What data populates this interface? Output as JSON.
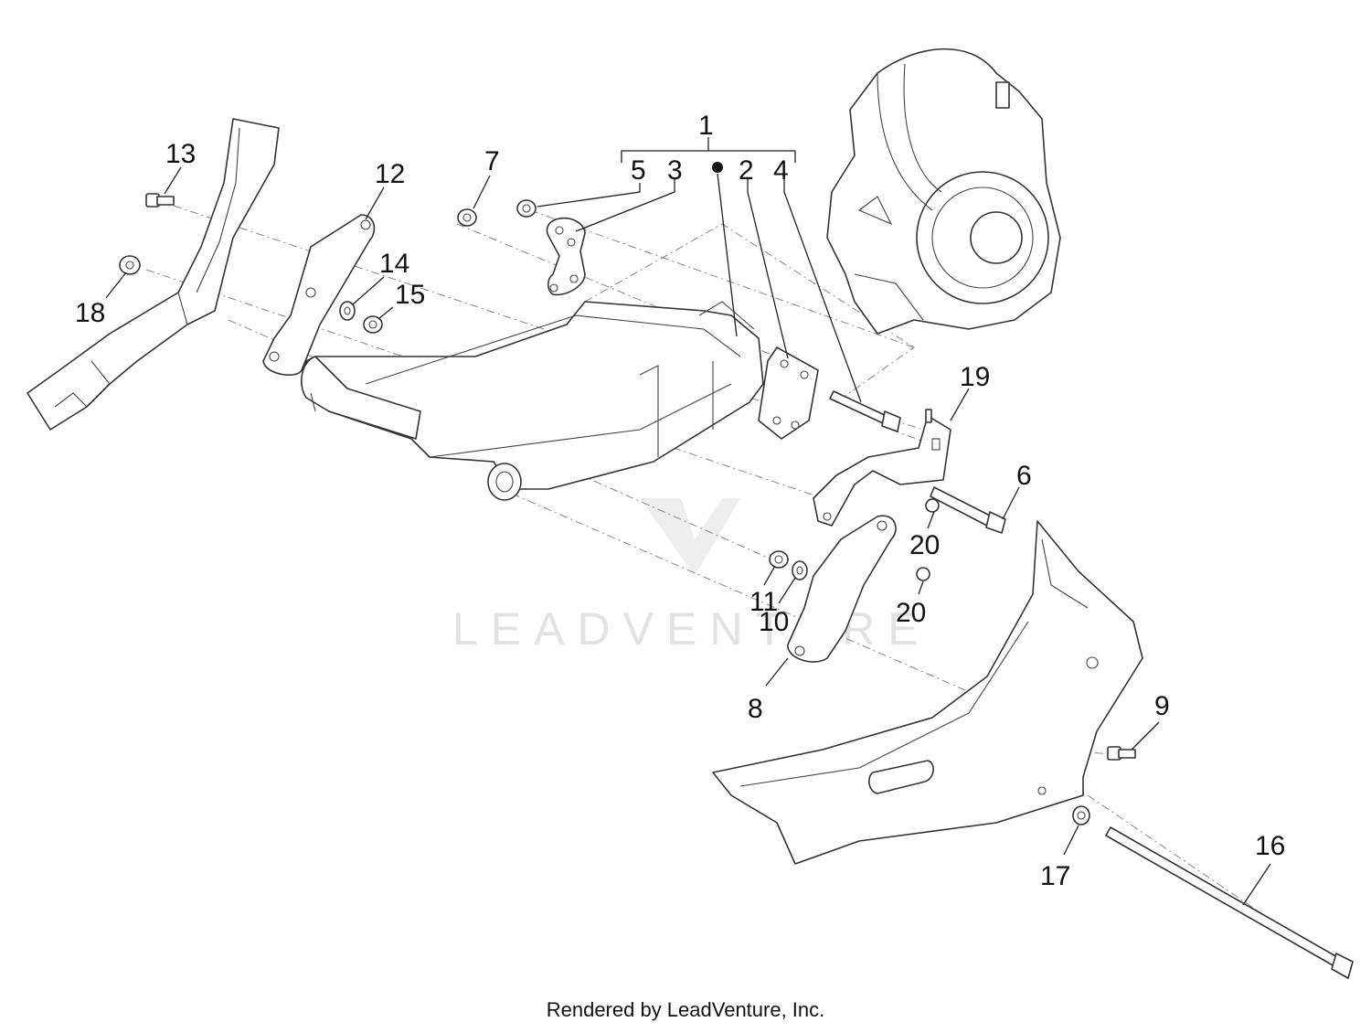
{
  "watermark": "LEADVENTURE",
  "footer": "Rendered by LeadVenture, Inc.",
  "callouts": {
    "c1": "1",
    "c2": "2",
    "c3": "3",
    "c4": "4",
    "c5": "5",
    "c6": "6",
    "c7": "7",
    "c8": "8",
    "c9": "9",
    "c10": "10",
    "c11": "11",
    "c12": "12",
    "c13": "13",
    "c14": "14",
    "c15": "15",
    "c16": "16",
    "c17": "17",
    "c18": "18",
    "c19": "19",
    "c20a": "20",
    "c20b": "20"
  }
}
